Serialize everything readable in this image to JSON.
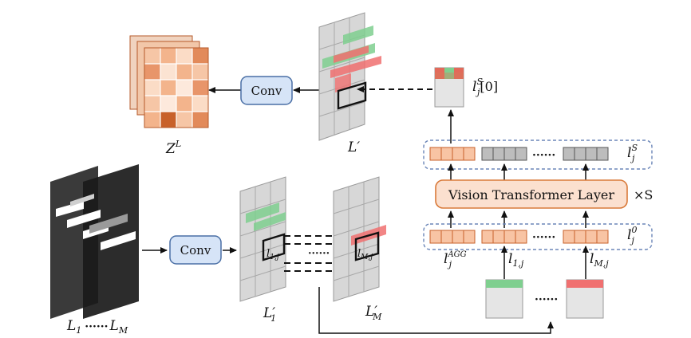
{
  "diagram": {
    "conv_top_label": "Conv",
    "conv_bottom_label": "Conv",
    "transformer_label": "Vision Transformer Layer",
    "repeat_label": "×S",
    "dots": "······",
    "labels": {
      "z_base": "Z",
      "z_sup": "L",
      "lprime": "L′",
      "l1prime_base": "L′",
      "l1prime_sub": "1",
      "lmprime_base": "L′",
      "lmprime_sub": "M",
      "l1_base": "L",
      "l1_sub": "1",
      "lm_base": "L",
      "lm_sub": "M",
      "seq_dots": "······",
      "ljs0_base": "l",
      "ljs0_sup": "S",
      "ljs0_sub": "j",
      "ljs0_tail": "[0]",
      "ljs_base": "l",
      "ljs_sup": "S",
      "ljs_sub": "j",
      "lj0_base": "l",
      "lj0_sup": "0",
      "lj0_sub": "j",
      "ljagg_base": "l",
      "ljagg_sup": "AGG",
      "ljagg_sub": "j",
      "l1j_base": "l",
      "l1j_sub": "1,j",
      "lmj_base": "l",
      "lmj_sub": "M,j",
      "box_l1j_base": "l",
      "box_l1j_sub": "1,j",
      "box_lmj_base": "l",
      "box_lmj_sub": "M,j"
    },
    "colors": {
      "orange_dark": "#c8612a",
      "orange_light": "#f6c6a6",
      "orange_token": "#f8c4a4",
      "gray_token": "#bdbdbd",
      "green_patch": "#7fcf8f",
      "red_patch": "#f07070",
      "conv_fill": "#d6e4f7",
      "conv_stroke": "#4a6fa5",
      "transformer_fill": "#fbe0cf",
      "transformer_stroke": "#d97a3a",
      "dashed_group": "#6b86b8"
    }
  }
}
